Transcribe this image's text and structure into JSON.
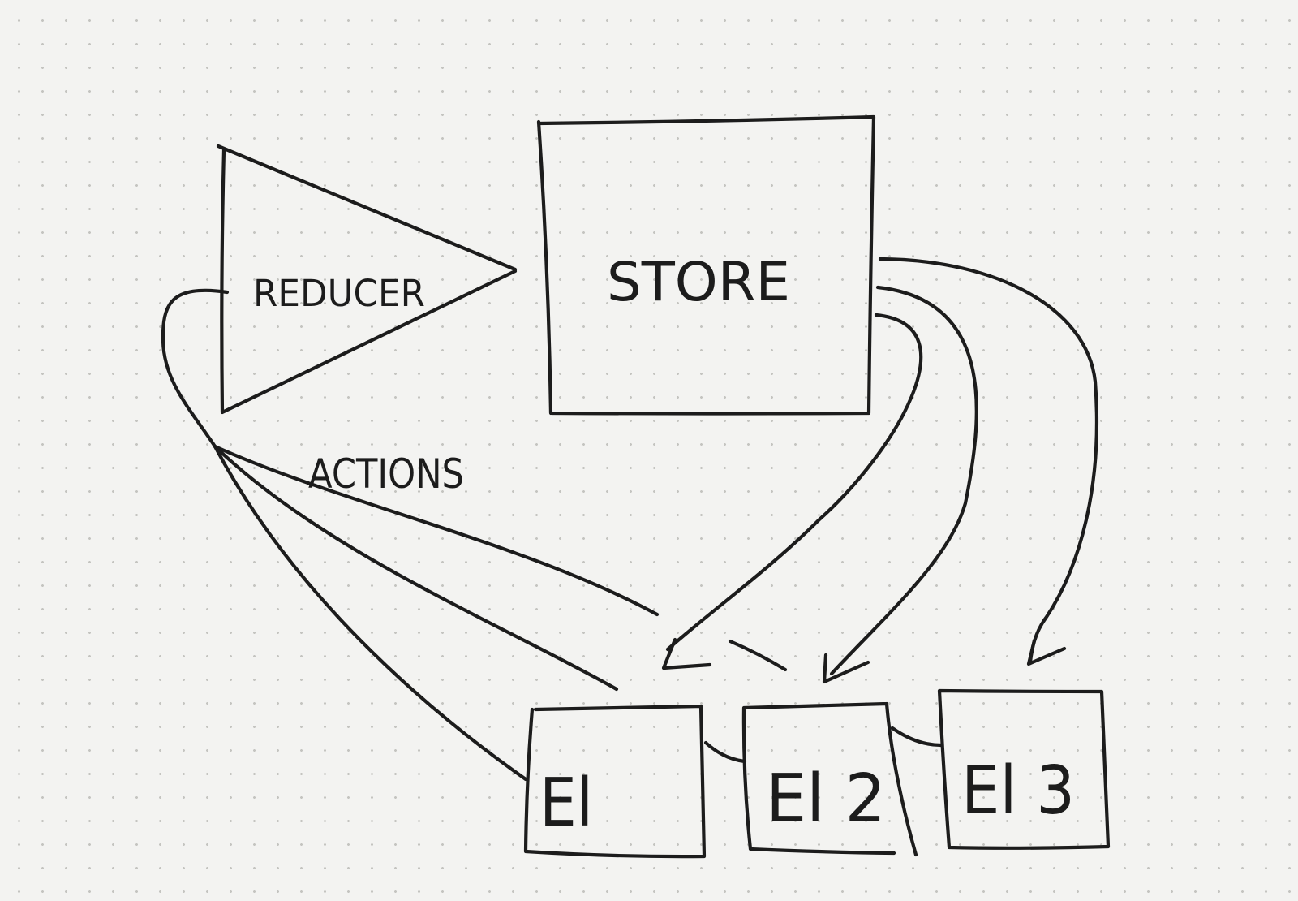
{
  "diagram": {
    "reducer": {
      "label": "REDUCER"
    },
    "store": {
      "label": "STORE"
    },
    "actions": {
      "label": "ACTIONS"
    },
    "elements": [
      {
        "label": "El"
      },
      {
        "label": "El 2"
      },
      {
        "label": "El 3"
      }
    ]
  },
  "colors": {
    "ink": "#1c1c1c",
    "paper": "#f3f3f1",
    "dots": "#c4c4c0"
  }
}
